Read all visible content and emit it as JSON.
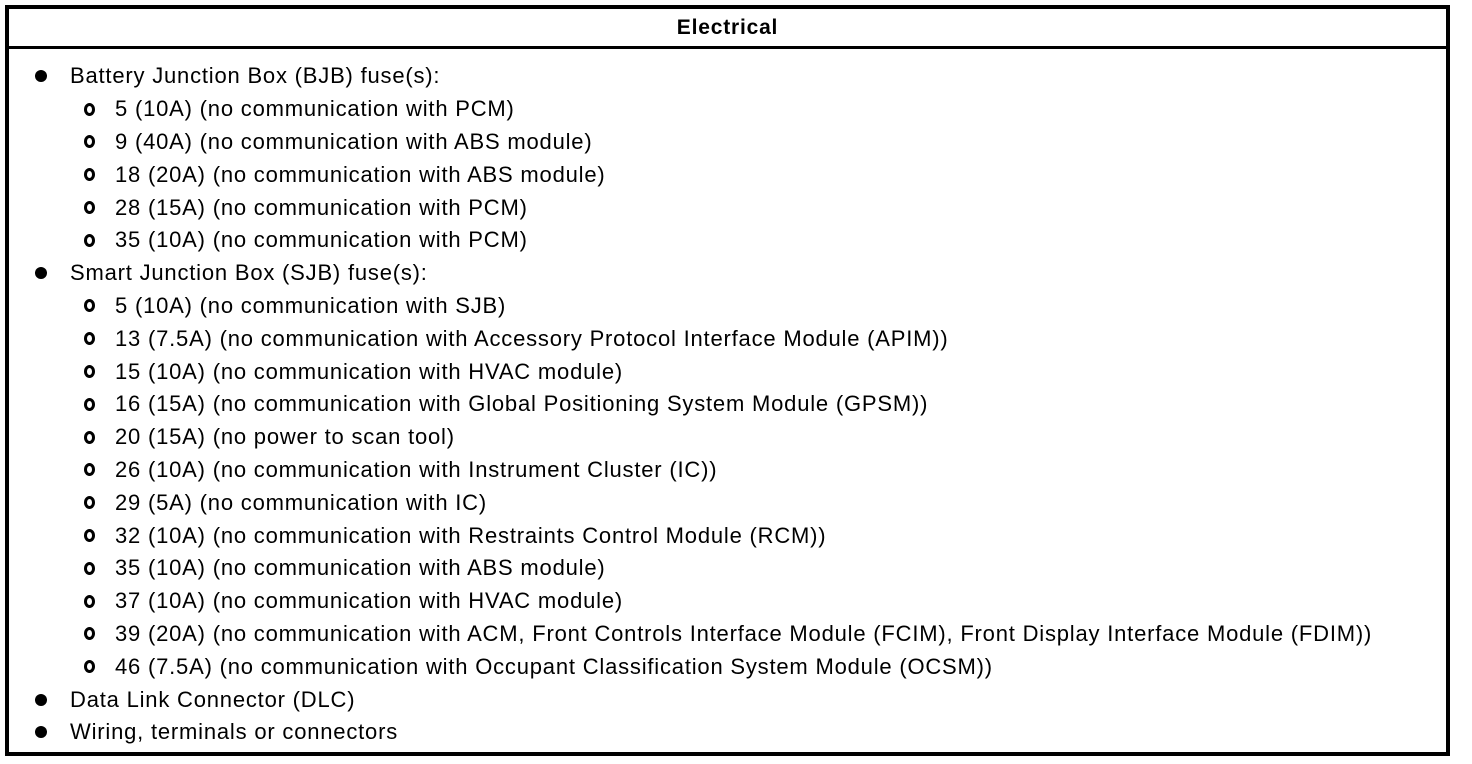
{
  "table": {
    "title": "Electrical",
    "colors": {
      "border": "#000000",
      "text": "#000000",
      "background": "#ffffff"
    },
    "bullet_icons": {
      "level1": "filled-circle",
      "level2": "open-circle"
    },
    "items": [
      {
        "label": "Battery Junction Box (BJB) fuse(s):",
        "sub": [
          "5 (10A) (no communication with PCM)",
          "9 (40A) (no communication with ABS module)",
          "18 (20A) (no communication with ABS module)",
          "28 (15A) (no communication with PCM)",
          "35 (10A) (no communication with PCM)"
        ]
      },
      {
        "label": "Smart Junction Box (SJB) fuse(s):",
        "sub": [
          "5 (10A) (no communication with SJB)",
          "13 (7.5A) (no communication with Accessory Protocol Interface Module (APIM))",
          "15 (10A) (no communication with HVAC module)",
          "16 (15A) (no communication with Global Positioning System Module (GPSM))",
          "20 (15A) (no power to scan tool)",
          "26 (10A) (no communication with Instrument Cluster (IC))",
          "29 (5A) (no communication with IC)",
          "32 (10A) (no communication with Restraints Control Module (RCM))",
          "35 (10A) (no communication with ABS module)",
          "37 (10A) (no communication with HVAC module)",
          "39 (20A) (no communication with ACM, Front Controls Interface Module (FCIM), Front Display Interface Module (FDIM))",
          "46 (7.5A) (no communication with Occupant Classification System Module (OCSM))"
        ]
      },
      {
        "label": "Data Link Connector (DLC)",
        "sub": []
      },
      {
        "label": "Wiring, terminals or connectors",
        "sub": []
      }
    ]
  }
}
